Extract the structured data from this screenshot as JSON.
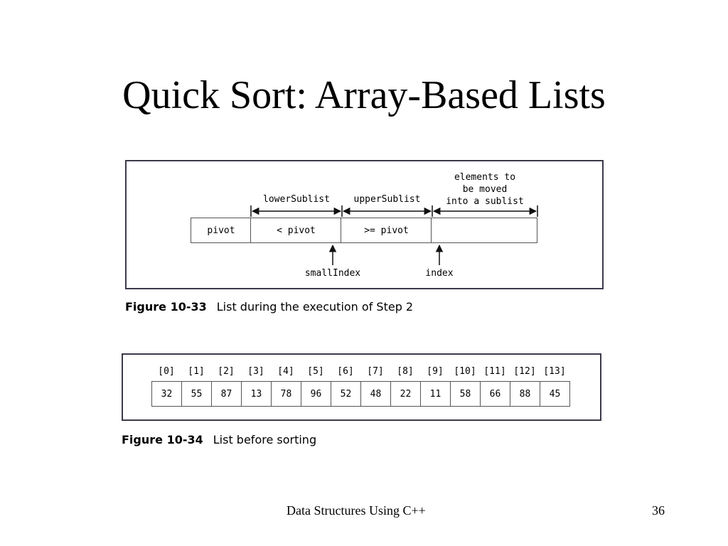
{
  "slide": {
    "title": "Quick Sort: Array-Based Lists"
  },
  "figure_33": {
    "caption_number": "Figure 10-33",
    "caption_text": "List during the execution of Step 2",
    "cells": [
      "pivot",
      "< pivot",
      ">= pivot",
      ""
    ],
    "range_labels": {
      "lower": "lowerSublist",
      "upper": "upperSublist",
      "remaining": [
        "elements to",
        "be moved",
        "into a sublist"
      ]
    },
    "pointers": {
      "small_index": "smallIndex",
      "index": "index"
    }
  },
  "figure_34": {
    "caption_number": "Figure 10-34",
    "caption_text": "List before sorting",
    "indices": [
      "[0]",
      "[1]",
      "[2]",
      "[3]",
      "[4]",
      "[5]",
      "[6]",
      "[7]",
      "[8]",
      "[9]",
      "[10]",
      "[11]",
      "[12]",
      "[13]"
    ],
    "values": [
      "32",
      "55",
      "87",
      "13",
      "78",
      "96",
      "52",
      "48",
      "22",
      "11",
      "58",
      "66",
      "88",
      "45"
    ]
  },
  "footer": {
    "course": "Data Structures Using C++",
    "page_number": "36"
  }
}
